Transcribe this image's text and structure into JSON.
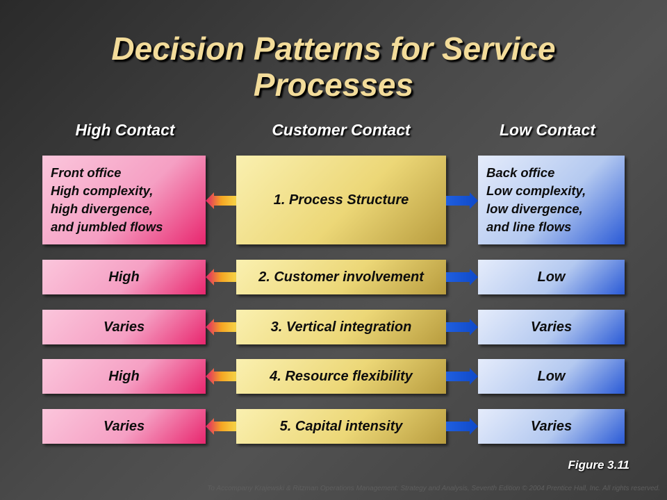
{
  "title_line1": "Decision Patterns for Service",
  "title_line2": "Processes",
  "headers": {
    "left": "High Contact",
    "center": "Customer Contact",
    "right": "Low Contact"
  },
  "rows": [
    {
      "left": [
        "Front office",
        "High complexity,",
        "high divergence,",
        "and jumbled flows"
      ],
      "center": "1. Process Structure",
      "right": [
        "Back office",
        "Low complexity,",
        "low divergence,",
        "and line flows"
      ]
    },
    {
      "left": "High",
      "center": "2. Customer involvement",
      "right": "Low"
    },
    {
      "left": "Varies",
      "center": "3. Vertical integration",
      "right": "Varies"
    },
    {
      "left": "High",
      "center": "4. Resource flexibility",
      "right": "Low"
    },
    {
      "left": "Varies",
      "center": "5. Capital intensity",
      "right": "Varies"
    }
  ],
  "figure_label": "Figure 3.11",
  "footer": "To Accompany Krajewski & Ritzman Operations Management: Strategy and Analysis, Seventh Edition © 2004 Prentice Hall, Inc. All rights reserved.",
  "colors": {
    "title": "#f3dc9a",
    "left_box": "#f59fc3",
    "center_box": "#ecd777",
    "right_box": "#b4c9f0",
    "left_arrow": "#f5a623",
    "right_arrow": "#1f5fe0"
  }
}
